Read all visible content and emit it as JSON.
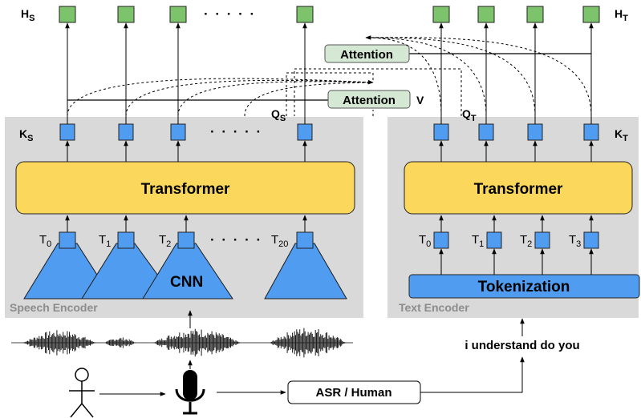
{
  "panels": {
    "speech_encoder": "Speech Encoder",
    "text_encoder": "Text Encoder"
  },
  "blocks": {
    "speech_transformer": "Transformer",
    "text_transformer": "Transformer",
    "cnn": "CNN",
    "tokenization": "Tokenization",
    "attention_top": "Attention",
    "attention_bottom": "Attention",
    "asr": "ASR / Human"
  },
  "symbols": {
    "H": "H",
    "H_s_sub": "S",
    "H_t_sub": "T",
    "K": "K",
    "K_s_sub": "S",
    "K_t_sub": "T",
    "Q": "Q",
    "Q_s_sub": "S",
    "Q_t_sub": "T",
    "V": "V"
  },
  "speech_tokens": [
    {
      "base": "T",
      "sub": "0"
    },
    {
      "base": "T",
      "sub": "1"
    },
    {
      "base": "T",
      "sub": "2"
    },
    {
      "base": "T",
      "sub": "20"
    }
  ],
  "text_tokens": [
    {
      "base": "T",
      "sub": "0"
    },
    {
      "base": "T",
      "sub": "1"
    },
    {
      "base": "T",
      "sub": "2"
    },
    {
      "base": "T",
      "sub": "3"
    }
  ],
  "ellipsis": "· · · · ·",
  "transcript": "i understand do you",
  "colors": {
    "panel": "#d9d9d9",
    "output_node": "#7dc36b",
    "token_node": "#4f9cf0",
    "transformer": "#fbd75b",
    "attention": "#d5e8d4",
    "cnn": "#4f9cf0"
  },
  "icons": [
    "person-icon",
    "microphone-icon",
    "waveform-icon"
  ]
}
